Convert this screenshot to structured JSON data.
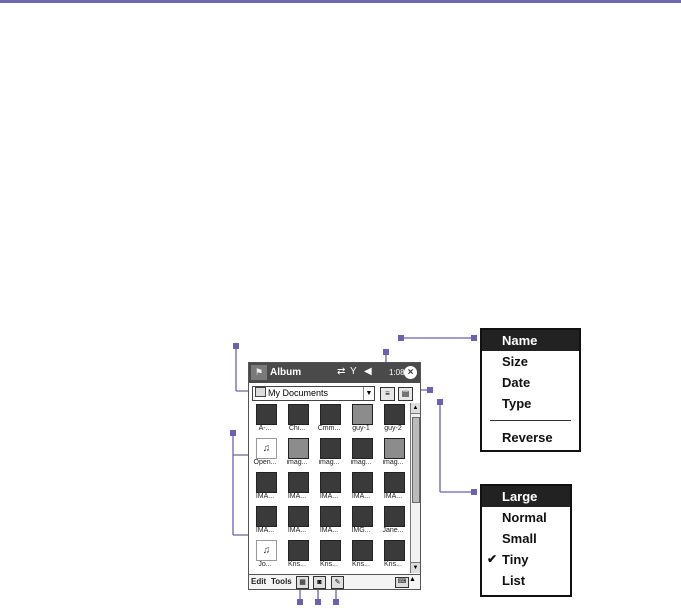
{
  "titlebar": {
    "title": "Album",
    "time": "1:08",
    "logo_icon": "windows-flag-icon",
    "icons": [
      "connectivity-icon",
      "signal-icon",
      "speaker-icon",
      "close-icon"
    ]
  },
  "folder": {
    "selected": "My Documents"
  },
  "toolbar": {
    "sort_button_icon": "sort-list-icon",
    "view_button_icon": "view-size-icon"
  },
  "thumbnails": [
    {
      "caption": "A-...",
      "style": "dark"
    },
    {
      "caption": "Chi...",
      "style": "dark"
    },
    {
      "caption": "Cmm...",
      "style": "dark"
    },
    {
      "caption": "guy-1",
      "style": "light"
    },
    {
      "caption": "guy-2",
      "style": "dark"
    },
    {
      "caption": "Open...",
      "style": "icon"
    },
    {
      "caption": "imag...",
      "style": "light"
    },
    {
      "caption": "imag...",
      "style": "dark"
    },
    {
      "caption": "imag...",
      "style": "dark"
    },
    {
      "caption": "imag...",
      "style": "light"
    },
    {
      "caption": "IMA...",
      "style": "dark"
    },
    {
      "caption": "IMA...",
      "style": "dark"
    },
    {
      "caption": "IMA...",
      "style": "dark"
    },
    {
      "caption": "IMA...",
      "style": "dark"
    },
    {
      "caption": "IMA...",
      "style": "dark"
    },
    {
      "caption": "IMA...",
      "style": "dark"
    },
    {
      "caption": "IMA...",
      "style": "dark"
    },
    {
      "caption": "IMA...",
      "style": "dark"
    },
    {
      "caption": "IMG...",
      "style": "dark"
    },
    {
      "caption": "Jane...",
      "style": "dark"
    },
    {
      "caption": "Jo...",
      "style": "icon"
    },
    {
      "caption": "Kris...",
      "style": "dark"
    },
    {
      "caption": "Kris...",
      "style": "dark"
    },
    {
      "caption": "Kris...",
      "style": "dark"
    },
    {
      "caption": "Kris...",
      "style": "dark"
    }
  ],
  "menubar": {
    "edit": "Edit",
    "tools": "Tools"
  },
  "sort_menu": {
    "items": [
      "Name",
      "Size",
      "Date",
      "Type"
    ],
    "selected": "Name",
    "reverse": "Reverse"
  },
  "view_menu": {
    "items": [
      "Large",
      "Normal",
      "Small",
      "Tiny",
      "List"
    ],
    "highlighted": "Large",
    "checked": "Tiny"
  },
  "colors": {
    "callout": "#6a62b0",
    "topline": "#7068b0"
  }
}
